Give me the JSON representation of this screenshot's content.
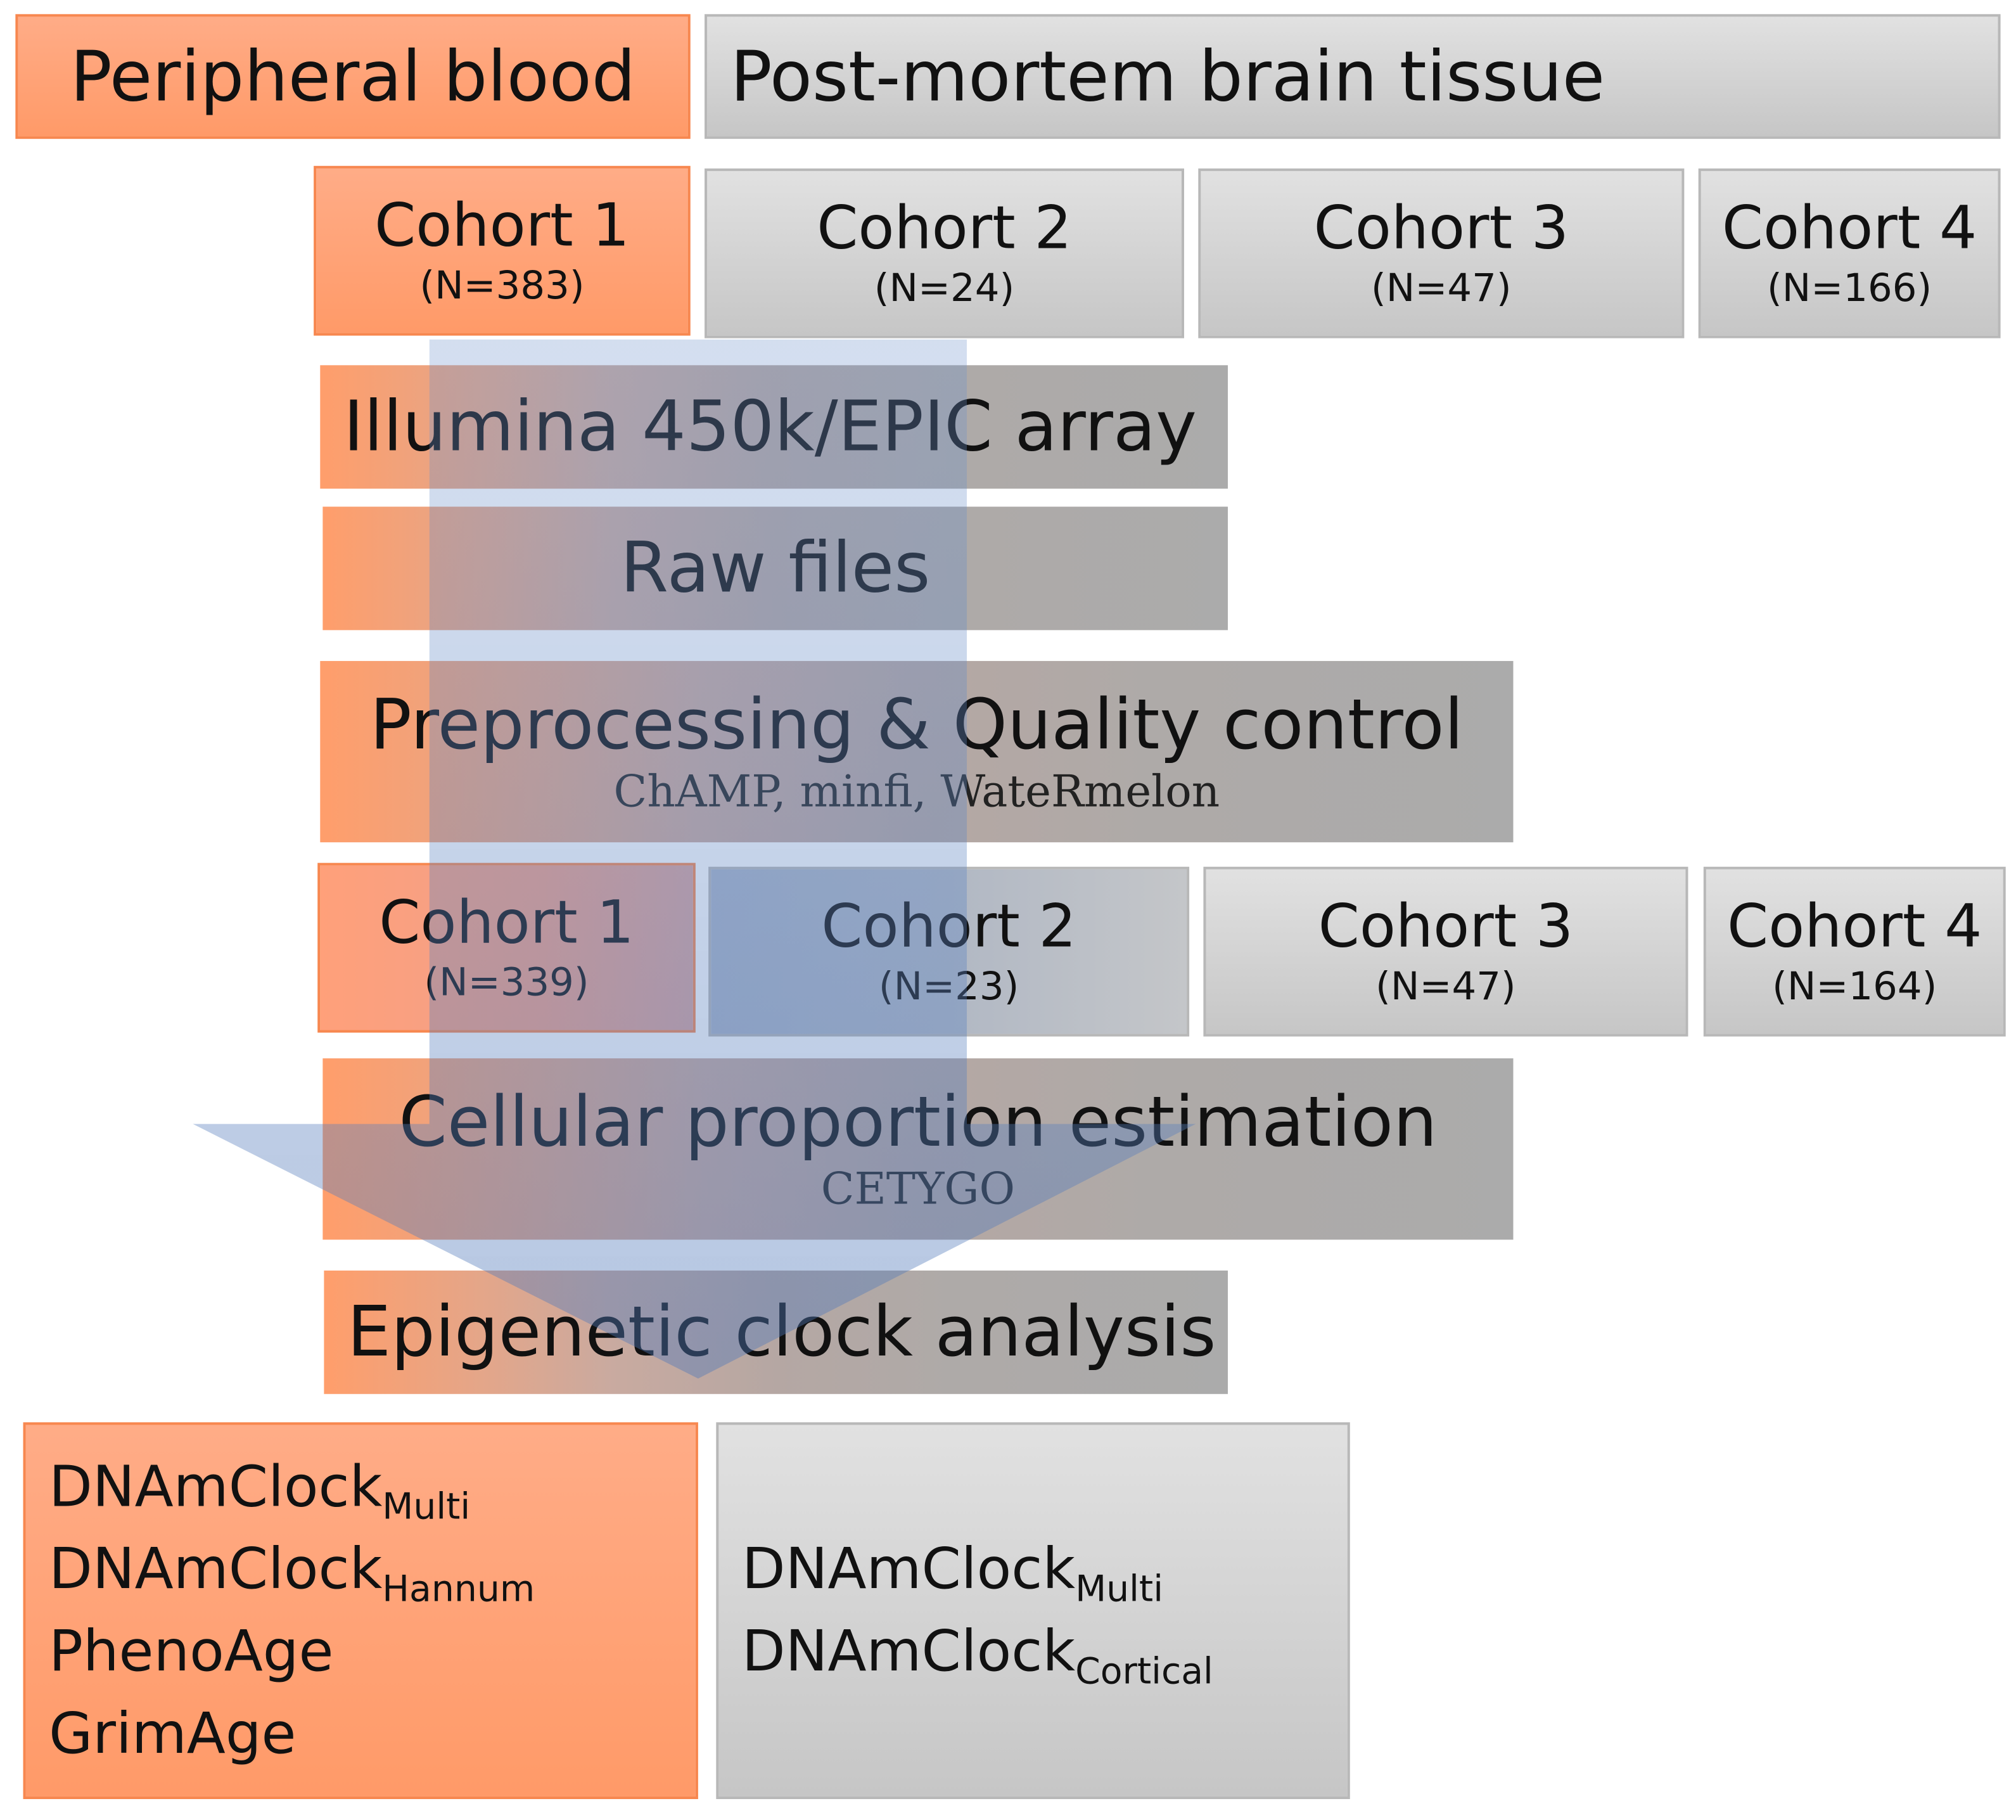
{
  "sources": {
    "blood": "Peripheral blood",
    "brain": "Post-mortem brain tissue"
  },
  "cohorts_initial": [
    {
      "name": "Cohort 1",
      "n": "(N=383)"
    },
    {
      "name": "Cohort 2",
      "n": "(N=24)"
    },
    {
      "name": "Cohort 3",
      "n": "(N=47)"
    },
    {
      "name": "Cohort 4",
      "n": "(N=166)"
    }
  ],
  "steps": {
    "array": "Illumina 450k/EPIC array",
    "raw": "Raw files",
    "qc_title": "Preprocessing & Quality control",
    "qc_tools": "ChAMP, minfi, WateRmelon",
    "cell_title": "Cellular proportion estimation",
    "cell_tool": "CETYGO",
    "clock": "Epigenetic clock analysis"
  },
  "cohorts_after_qc": [
    {
      "name": "Cohort 1",
      "n": "(N=339)"
    },
    {
      "name": "Cohort 2",
      "n": "(N=23)"
    },
    {
      "name": "Cohort 3",
      "n": "(N=47)"
    },
    {
      "name": "Cohort 4",
      "n": "(N=164)"
    }
  ],
  "blood_clocks": [
    {
      "base": "DNAmClock",
      "sub": "Multi"
    },
    {
      "base": "DNAmClock",
      "sub": "Hannum"
    },
    {
      "base": "PhenoAge",
      "sub": ""
    },
    {
      "base": "GrimAge",
      "sub": ""
    }
  ],
  "brain_clocks": [
    {
      "base": "DNAmClock",
      "sub": "Multi"
    },
    {
      "base": "DNAmClock",
      "sub": "Cortical"
    }
  ],
  "colors": {
    "blood": "#ff9a68",
    "brain": "#cfcfcf",
    "arrow": "#5a83c0"
  }
}
